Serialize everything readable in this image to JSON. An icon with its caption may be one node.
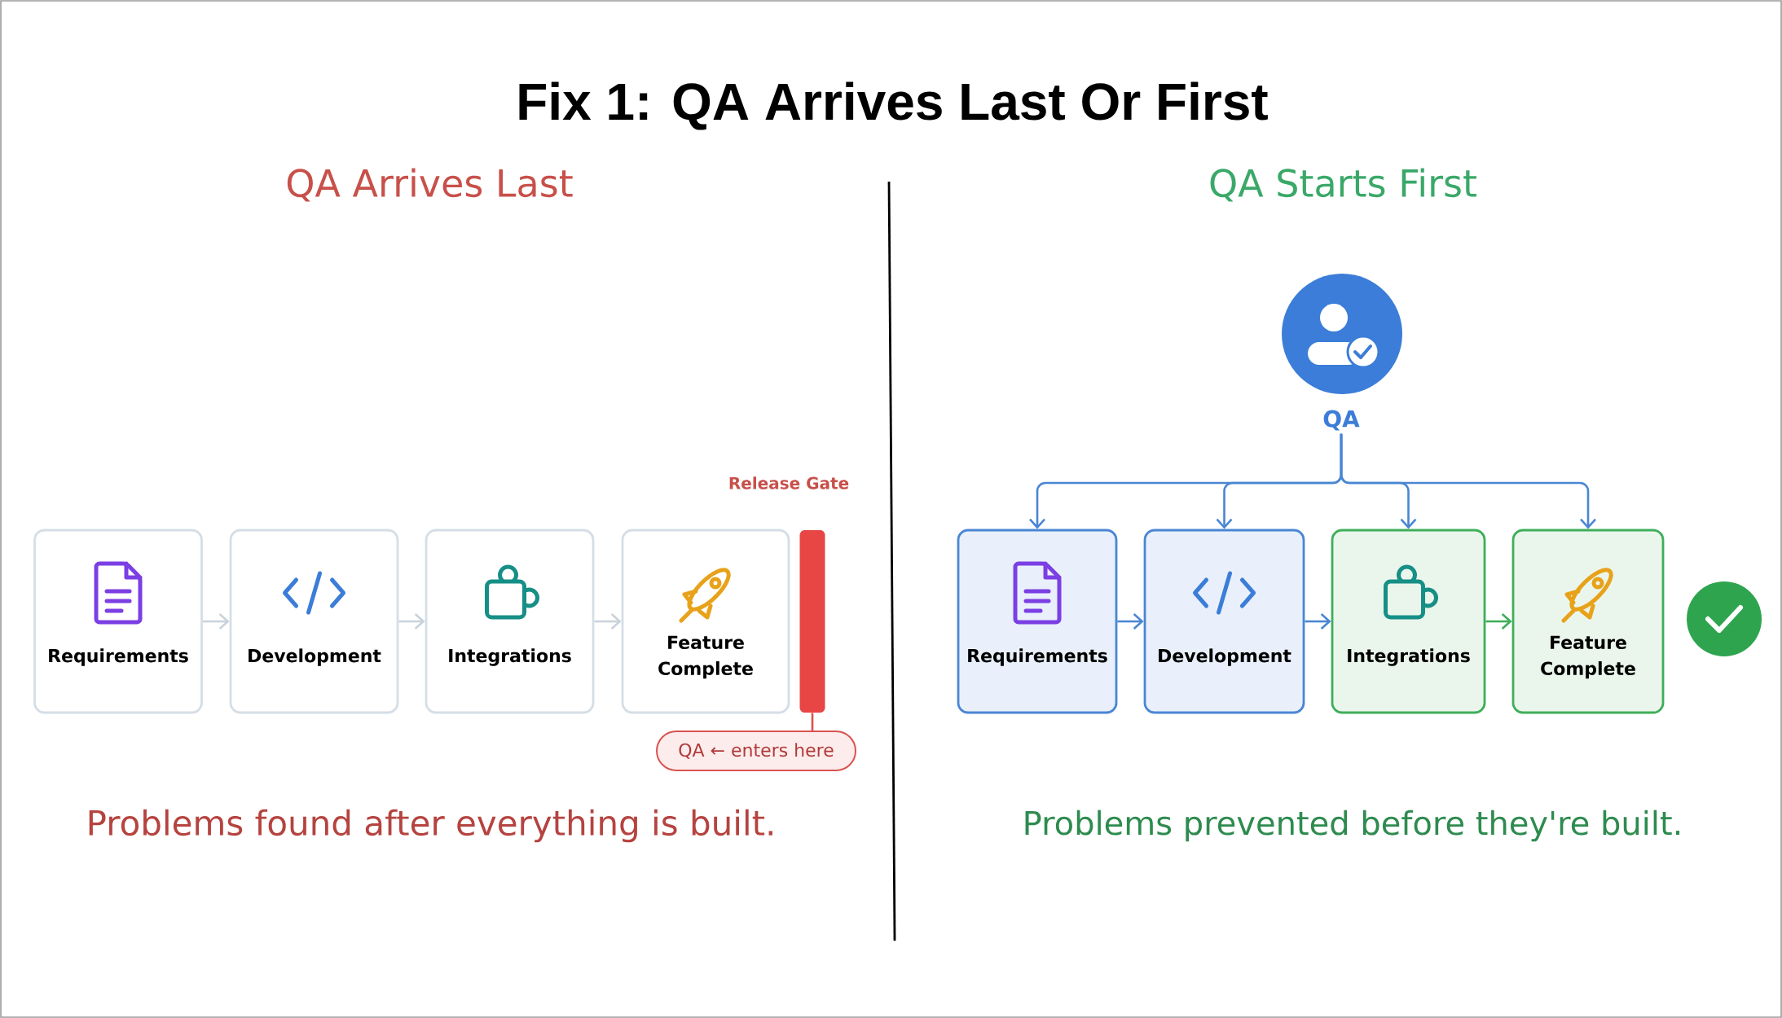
{
  "diagram": {
    "title": "Fix 1: QA Arrives Last Or First",
    "nodes": [
      {
        "text": [
          "Requirements"
        ]
      },
      {
        "text": [
          "Development"
        ]
      },
      {
        "text": [
          "Integrations"
        ]
      },
      {
        "text": [
          "Feature Complete"
        ]
      },
      {
        "text": [],
        "shape": "bar",
        "beside": [
          "Release Gate"
        ]
      },
      {
        "text": [
          "QA ← enters here"
        ]
      },
      {
        "text": [
          "QA"
        ]
      },
      {
        "text": [
          "Requirements"
        ]
      },
      {
        "text": [
          "Development"
        ]
      },
      {
        "text": [
          "Integrations"
        ]
      },
      {
        "text": [
          "Feature Complete"
        ]
      }
    ],
    "edges": [
      {
        "from": 0,
        "to": 1,
        "arrow": "to",
        "color": "#c9d3dc"
      },
      {
        "from": 1,
        "to": 2,
        "arrow": "to",
        "color": "#c9d3dc"
      },
      {
        "from": 2,
        "to": 3,
        "arrow": "to",
        "color": "#c9d3dc"
      },
      {
        "from": 5,
        "to": 4,
        "arrow": "none",
        "color": "#d9534f"
      },
      {
        "from": 6,
        "to": 7,
        "arrow": "to"
      },
      {
        "from": 6,
        "to": 8,
        "arrow": "to"
      },
      {
        "from": 6,
        "to": 9,
        "arrow": "to"
      },
      {
        "from": 6,
        "to": 10,
        "arrow": "to"
      },
      {
        "from": 7,
        "to": 8,
        "arrow": "to"
      },
      {
        "from": 8,
        "to": 9,
        "arrow": "to"
      },
      {
        "from": 9,
        "to": 10,
        "arrow": "to",
        "color": "#3fae5a"
      }
    ],
    "labels": [
      "QA Arrives Last",
      "QA Starts First",
      "Problems found after everything is built.",
      "Problems prevented before they're built."
    ]
  }
}
